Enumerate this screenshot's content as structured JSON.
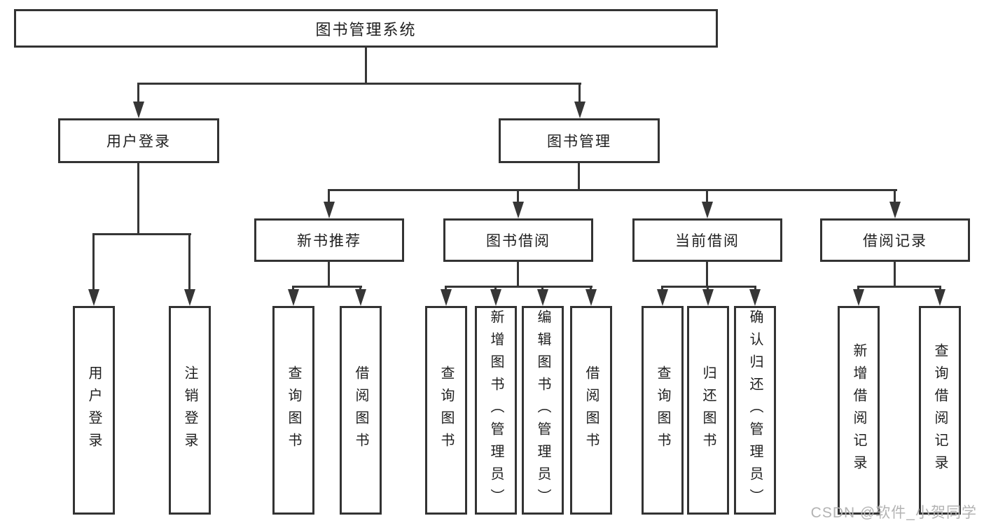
{
  "tree": {
    "label": "图书管理系统",
    "children": [
      {
        "label": "用户登录",
        "children": [
          {
            "label": "用户登录"
          },
          {
            "label": "注销登录"
          }
        ]
      },
      {
        "label": "图书管理",
        "children": [
          {
            "label": "新书推荐",
            "children": [
              {
                "label": "查询图书"
              },
              {
                "label": "借阅图书"
              }
            ]
          },
          {
            "label": "图书借阅",
            "children": [
              {
                "label": "查询图书"
              },
              {
                "label": "新增图书（管理员）"
              },
              {
                "label": "编辑图书（管理员）"
              },
              {
                "label": "借阅图书"
              }
            ]
          },
          {
            "label": "当前借阅",
            "children": [
              {
                "label": "查询图书"
              },
              {
                "label": "归还图书"
              },
              {
                "label": "确认归还（管理员）"
              }
            ]
          },
          {
            "label": "借阅记录",
            "children": [
              {
                "label": "新增借阅记录"
              },
              {
                "label": "查询借阅记录"
              }
            ]
          }
        ]
      }
    ]
  },
  "watermark": {
    "text": "CSDN @软件_小贺同学"
  },
  "colors": {
    "line": "#363636",
    "box_border": "#333333",
    "text": "#1f1f1f",
    "watermark": "#b3b3b3",
    "background": "#ffffff"
  }
}
